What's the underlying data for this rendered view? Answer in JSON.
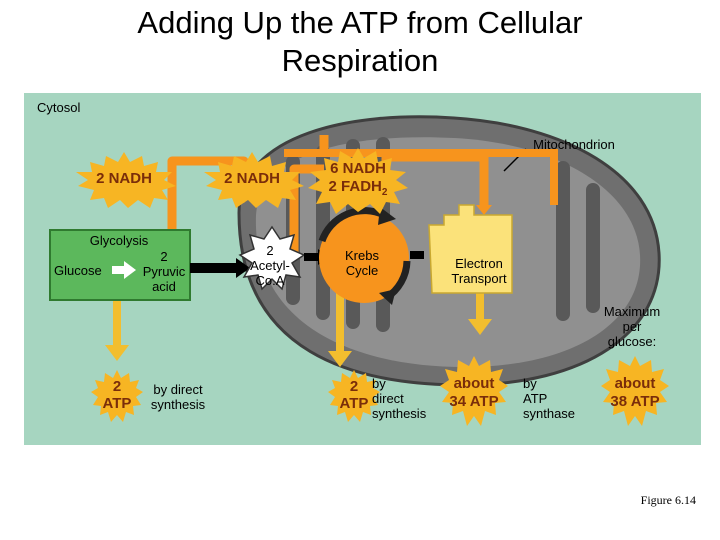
{
  "title": {
    "line1": "Adding Up the ATP from Cellular",
    "line2": "Respiration"
  },
  "cytosol_label": "Cytosol",
  "mitochondrion_label": "Mitochondrion",
  "burst_nadh_left": "2 NADH",
  "burst_nadh_mid": "2 NADH",
  "burst_krebs_line1": "6 NADH",
  "burst_krebs_line2": "2 FADH",
  "burst_krebs_sub": "2",
  "glycolysis": {
    "title": "Glycolysis",
    "glucose": "Glucose",
    "pyruvic_num": "2",
    "pyruvic_1": "Pyruvic",
    "pyruvic_2": "acid"
  },
  "acetyl": {
    "line1": "2",
    "line2": "Acetyl-",
    "line3": "Co.A"
  },
  "krebs": {
    "line1": "Krebs",
    "line2": "Cycle"
  },
  "electron_transport": {
    "line1": "Electron",
    "line2": "Transport"
  },
  "maximum": {
    "line1": "Maximum",
    "line2": "per",
    "line3": "glucose:"
  },
  "atp_glycolysis": {
    "num": "2",
    "unit": "ATP",
    "caption1": "by direct",
    "caption2": "synthesis"
  },
  "atp_krebs": {
    "num": "2",
    "unit": "ATP",
    "caption1": "by",
    "caption2": "direct",
    "caption3": "synthesis"
  },
  "atp_et": {
    "line1": "about",
    "line2": "34 ATP",
    "caption1": "by",
    "caption2": "ATP",
    "caption3": "synthase"
  },
  "atp_total": {
    "line1": "about",
    "line2": "38 ATP"
  },
  "figure_label": "Figure 6.14",
  "colors": {
    "panel": "#a6d5c0",
    "orange": "#f7941d",
    "yellow_arrow": "#f2be2e",
    "burst": "#f7b523",
    "glycolysis_box": "#5cb85c",
    "mito": "#7f7f7f"
  }
}
